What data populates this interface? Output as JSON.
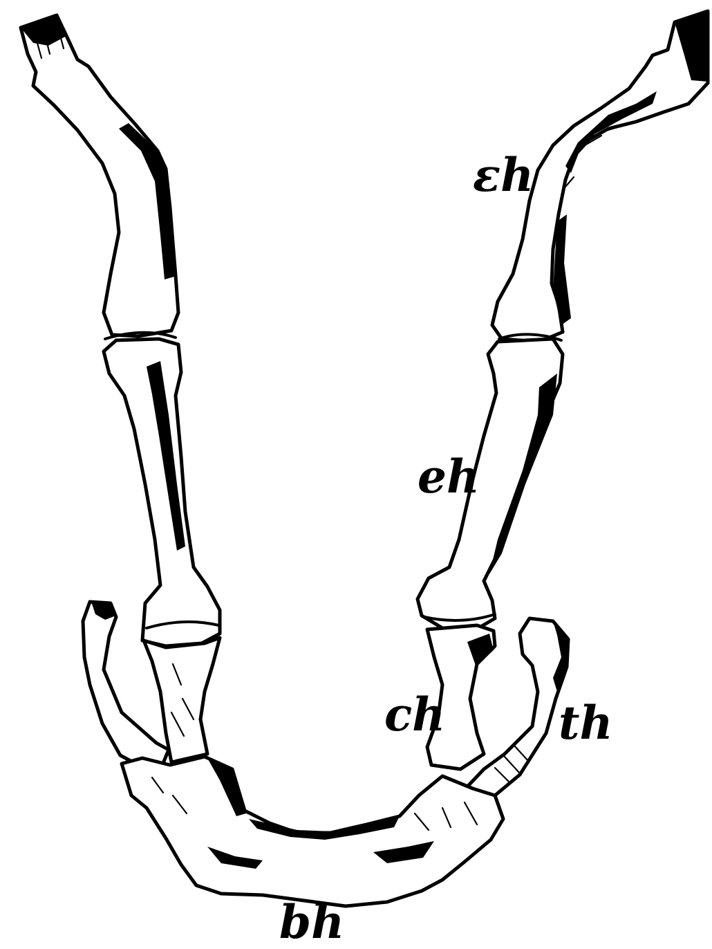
{
  "labels": {
    "epihyal": "εh",
    "epihyal_lower": "eh",
    "ceratohyal": "ch",
    "thyrohyal": "th",
    "basihyal": "bh"
  },
  "colors": {
    "ink": "#000000",
    "paper": "#ffffff"
  }
}
